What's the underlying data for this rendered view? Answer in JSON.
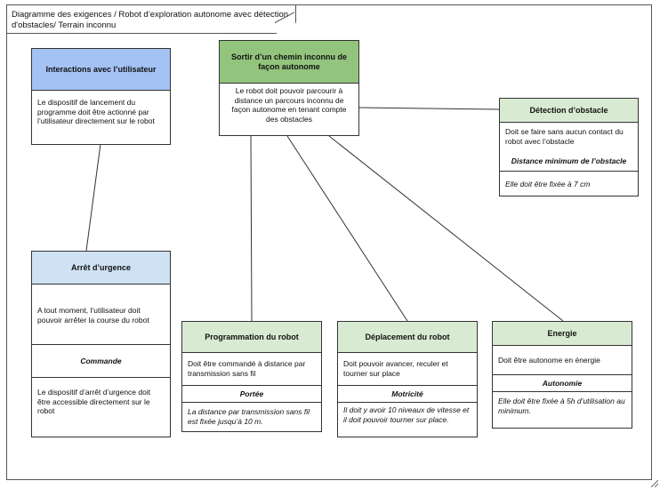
{
  "diagram": {
    "title": "Diagramme des exigences / Robot d’exploration autonome avec détection d'obstacles/ Terrain inconnu"
  },
  "blocks": {
    "interactions": {
      "title": "Interactions avec l’utilisateur",
      "text": "Le dispositif de lancement du programme doit être actionné par l’utilisateur directement sur le robot",
      "color": "#a4c2f4"
    },
    "sortir": {
      "title": "Sortir d’un chemin inconnu de façon autonome",
      "text": "Le robot doit pouvoir  parcourir à distance un parcours inconnu de façon autonome en tenant compte des obstacles",
      "color": "#93c47d"
    },
    "detection": {
      "title": "Détection d’obstacle",
      "text": "Doit se faire sans aucun contact du robot avec l’obstacle",
      "section": "Distance minimum de l’obstacle",
      "value": "Elle doit être fixée à 7 cm",
      "color": "#d9ead3"
    },
    "arret": {
      "title": "Arrêt d’urgence",
      "text": "A tout moment, l’utilisateur doit pouvoir arrêter la course du robot",
      "section": "Commande",
      "value": "Le dispositif  d’arrêt d’urgence doit être accessible  directement sur le robot",
      "color": "#cfe2f3"
    },
    "programmation": {
      "title": "Programmation du robot",
      "text": "Doit être commandé à distance par transmission sans fil",
      "section": "Portée",
      "value": "La distance par transmission sans fil est fixée jusqu’à 10 m.",
      "color": "#d9ead3"
    },
    "deplacement": {
      "title": "Déplacement du robot",
      "text": "Doit pouvoir avancer, reculer et tourner sur place",
      "section": "Motricité",
      "value": "Il doit y avoir 10 niveaux de vitesse et il doit pouvoir tourner sur place.",
      "color": "#d9ead3"
    },
    "energie": {
      "title": "Energie",
      "text": "Doit être autonome en énergie",
      "section": "Autonomie",
      "value": "Elle doit être fixée à 5h d’utilisation au minimum.",
      "color": "#d9ead3"
    }
  }
}
